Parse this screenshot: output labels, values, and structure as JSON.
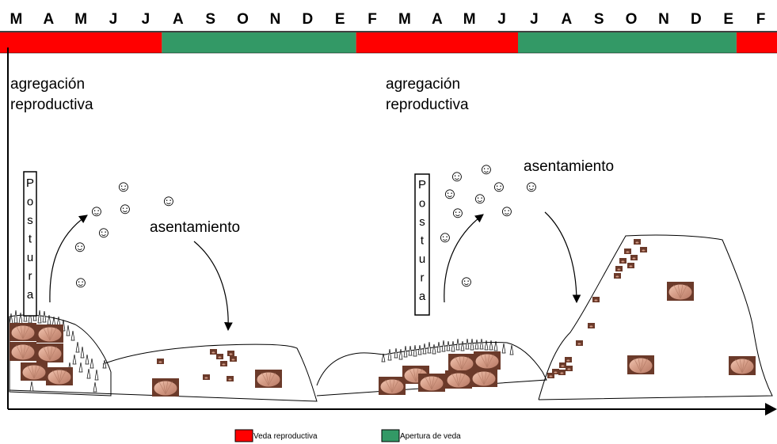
{
  "months": [
    "M",
    "A",
    "M",
    "J",
    "J",
    "A",
    "S",
    "O",
    "N",
    "D",
    "E",
    "F",
    "M",
    "A",
    "M",
    "J",
    "J",
    "A",
    "S",
    "O",
    "N",
    "D",
    "E",
    "F"
  ],
  "season_bar": [
    {
      "state": "veda",
      "from": 0,
      "to": 5
    },
    {
      "state": "apertura",
      "from": 5,
      "to": 11
    },
    {
      "state": "veda",
      "from": 11,
      "to": 16
    },
    {
      "state": "apertura",
      "from": 16,
      "to": 22.75
    },
    {
      "state": "veda",
      "from": 22.75,
      "to": 24
    }
  ],
  "colors": {
    "veda": "#ff0000",
    "apertura": "#339966",
    "shell": "#d9a48f"
  },
  "cycles": [
    {
      "aggregation": [
        "agregación",
        "reproductiva"
      ],
      "spawning": [
        "P",
        "o",
        "s",
        "t",
        "u",
        "r",
        "a"
      ],
      "settlement": "asentamiento"
    },
    {
      "aggregation": [
        "agregación",
        "reproductiva"
      ],
      "spawning": [
        "P",
        "o",
        "s",
        "t",
        "u",
        "r",
        "a"
      ],
      "settlement": "asentamiento"
    }
  ],
  "larva_glyph": "☺",
  "legend": [
    {
      "key": "veda",
      "label": "Veda reproductiva"
    },
    {
      "key": "apertura",
      "label": "Apertura de veda"
    }
  ]
}
